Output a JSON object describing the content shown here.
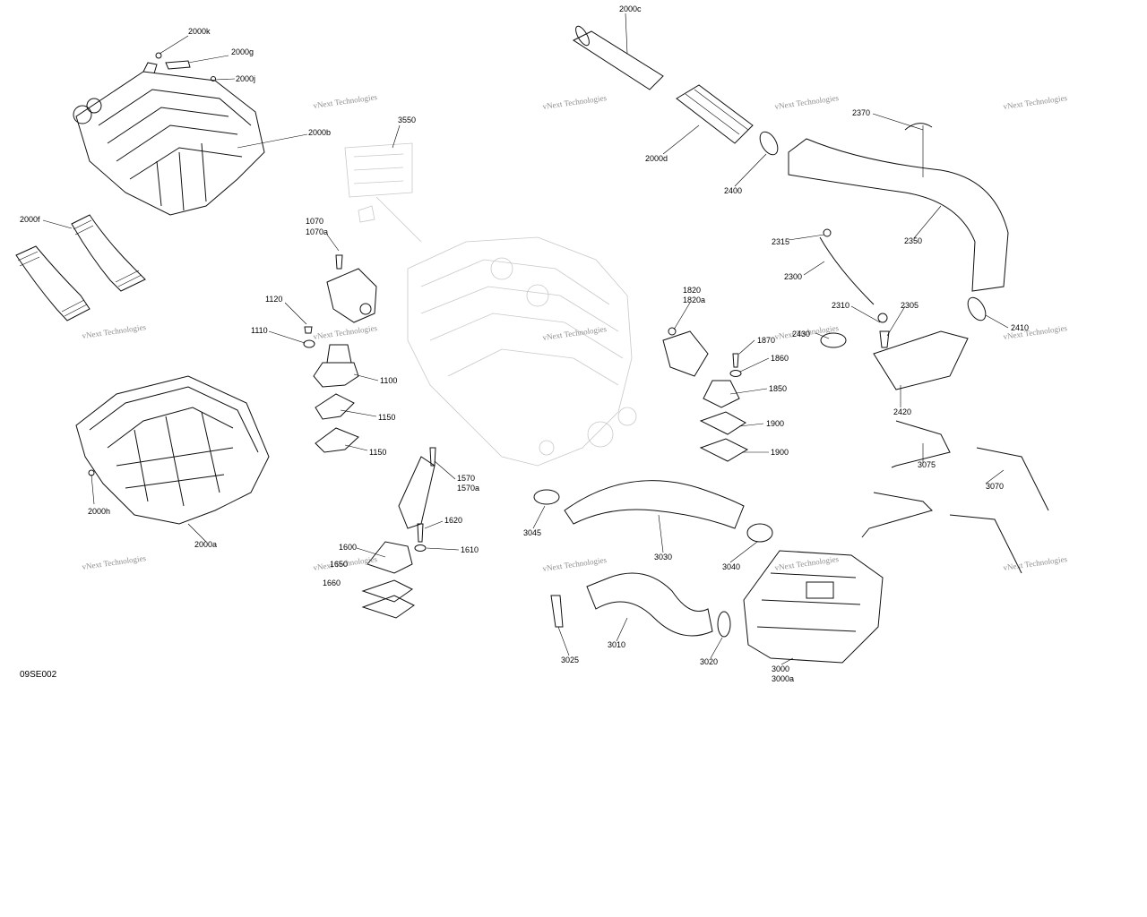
{
  "diagram_code": "09SE002",
  "watermark_text": "vNext Technologies",
  "colors": {
    "ink": "#111111",
    "ghost": "#c8c8c8",
    "watermark": "#666666"
  },
  "labels": {
    "p2000k": "2000k",
    "p2000g": "2000g",
    "p2000j": "2000j",
    "p2000b": "2000b",
    "p2000f": "2000f",
    "p2000h": "2000h",
    "p2000a": "2000a",
    "p3550": "3550",
    "p1070": "1070",
    "p1070a": "1070a",
    "p1120": "1120",
    "p1110": "1110",
    "p1100": "1100",
    "p1150a": "1150",
    "p1150b": "1150",
    "p1570": "1570",
    "p1570a": "1570a",
    "p1620": "1620",
    "p1600": "1600",
    "p1610": "1610",
    "p1650": "1650",
    "p1660": "1660",
    "p2000c": "2000c",
    "p2000d": "2000d",
    "p2400": "2400",
    "p2370": "2370",
    "p2350": "2350",
    "p2315": "2315",
    "p2300": "2300",
    "p2310": "2310",
    "p2305": "2305",
    "p2410": "2410",
    "p2430": "2430",
    "p2420": "2420",
    "p1820": "1820",
    "p1820a": "1820a",
    "p1870": "1870",
    "p1860": "1860",
    "p1850": "1850",
    "p1900a": "1900",
    "p1900b": "1900",
    "p3075": "3075",
    "p3070": "3070",
    "p3045": "3045",
    "p3030": "3030",
    "p3040": "3040",
    "p3025": "3025",
    "p3010": "3010",
    "p3020": "3020",
    "p3000": "3000",
    "p3000a": "3000a"
  }
}
